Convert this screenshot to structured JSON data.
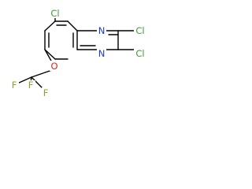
{
  "colors": {
    "background": "#ffffff",
    "bond": "#000000",
    "carbon": "#000000",
    "chlorine": "#3d9d34",
    "nitrogen": "#1f3bc2",
    "oxygen": "#e0271f",
    "fluorine": "#7ea832"
  },
  "atoms": {
    "cl_top_left": {
      "label": "Cl",
      "element": "chlorine"
    },
    "cl_top_right": {
      "label": "Cl",
      "element": "chlorine"
    },
    "cl_bottom_right": {
      "label": "Cl",
      "element": "chlorine"
    },
    "n_top": {
      "label": "N",
      "element": "nitrogen"
    },
    "n_bottom": {
      "label": "N",
      "element": "nitrogen"
    },
    "o_ether": {
      "label": "O",
      "element": "oxygen"
    },
    "f_left": {
      "label": "F",
      "element": "fluorine"
    },
    "f_middle": {
      "label": "F",
      "element": "fluorine"
    },
    "f_bottom": {
      "label": "F",
      "element": "fluorine"
    }
  }
}
